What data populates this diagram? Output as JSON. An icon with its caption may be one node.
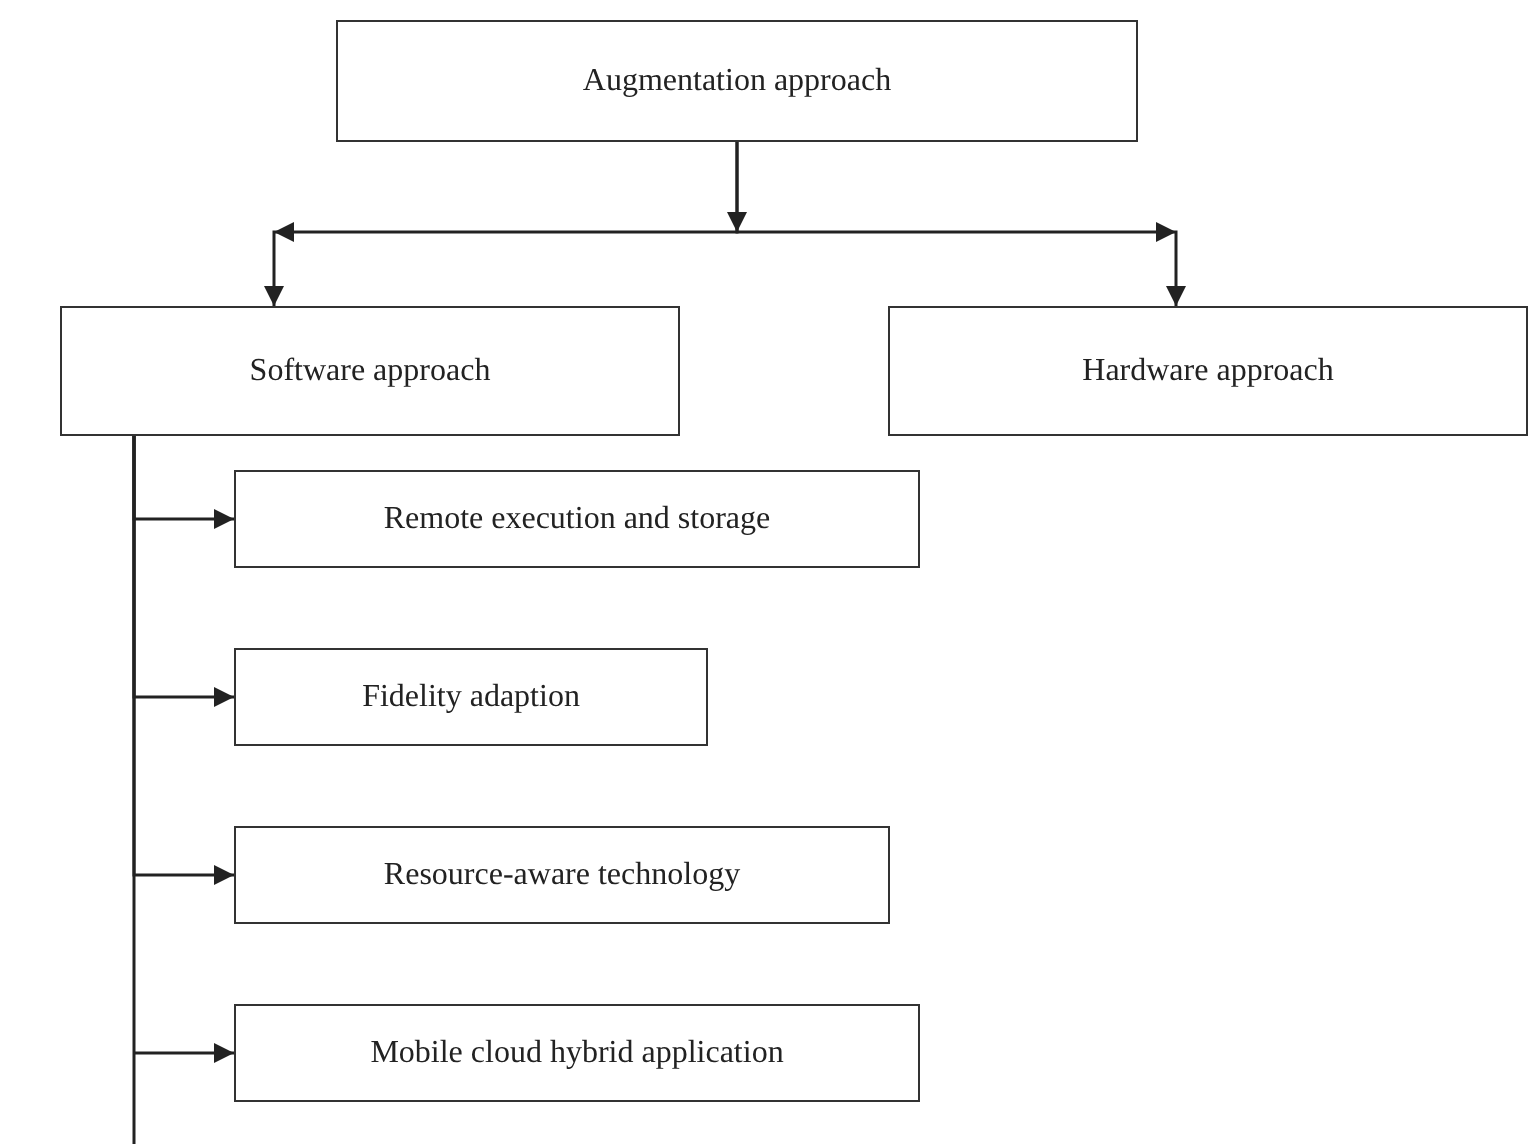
{
  "diagram": {
    "nodes": [
      {
        "text": [
          "Augmentation approach"
        ]
      },
      {
        "text": [
          "Software approach"
        ]
      },
      {
        "text": [
          "Hardware approach"
        ]
      },
      {
        "text": [
          "Remote execution and storage"
        ]
      },
      {
        "text": [
          "Fidelity adaption"
        ]
      },
      {
        "text": [
          "Resource-aware technology"
        ]
      },
      {
        "text": [
          "Mobile cloud hybrid application"
        ]
      }
    ],
    "edges": [
      {
        "from": 0,
        "to": 1,
        "arrow": "to"
      },
      {
        "from": 0,
        "to": 2,
        "arrow": "to"
      },
      {
        "from": 1,
        "to": 3,
        "arrow": "to"
      },
      {
        "from": 1,
        "to": 4,
        "arrow": "to"
      },
      {
        "from": 1,
        "to": 5,
        "arrow": "to"
      },
      {
        "from": 1,
        "to": 6,
        "arrow": "to"
      }
    ]
  }
}
